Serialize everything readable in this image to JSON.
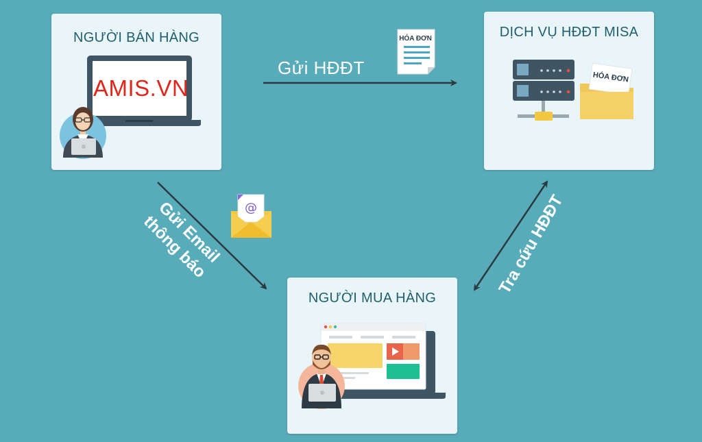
{
  "nodes": {
    "seller": {
      "title": "NGƯỜI BÁN HÀNG",
      "screen_text": "AMIS.VN"
    },
    "service": {
      "title": "DỊCH VỤ HĐĐT MISA",
      "document_label": "HÓA ĐƠN"
    },
    "buyer": {
      "title": "NGƯỜI MUA HÀNG"
    }
  },
  "edges": {
    "send_invoice": {
      "label": "Gửi HĐĐT",
      "document_label": "HÓA ĐƠN"
    },
    "email_notice": {
      "line1": "Gửi Email",
      "line2": "thông báo",
      "icon_symbol": "@"
    },
    "lookup_invoice": {
      "label": "Tra cứu HĐĐT"
    }
  },
  "colors": {
    "background": "#58abb8",
    "panel": "#e9f5f8",
    "title": "#1f5f6c",
    "arrow": "#2a3a40",
    "brand_red": "#e1251b"
  }
}
